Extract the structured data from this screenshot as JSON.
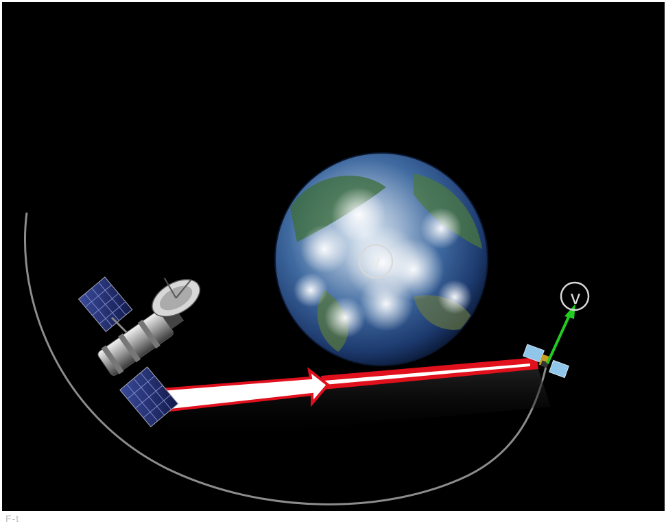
{
  "scene": {
    "orbit_color": "#8c8c8c",
    "earth_label": "v",
    "satellite_velocity_label": "v",
    "beam_color": "#e0101c",
    "velocity_arrow_color": "#22cc22",
    "background_color": "#000000"
  },
  "bottom_text": "F-t"
}
